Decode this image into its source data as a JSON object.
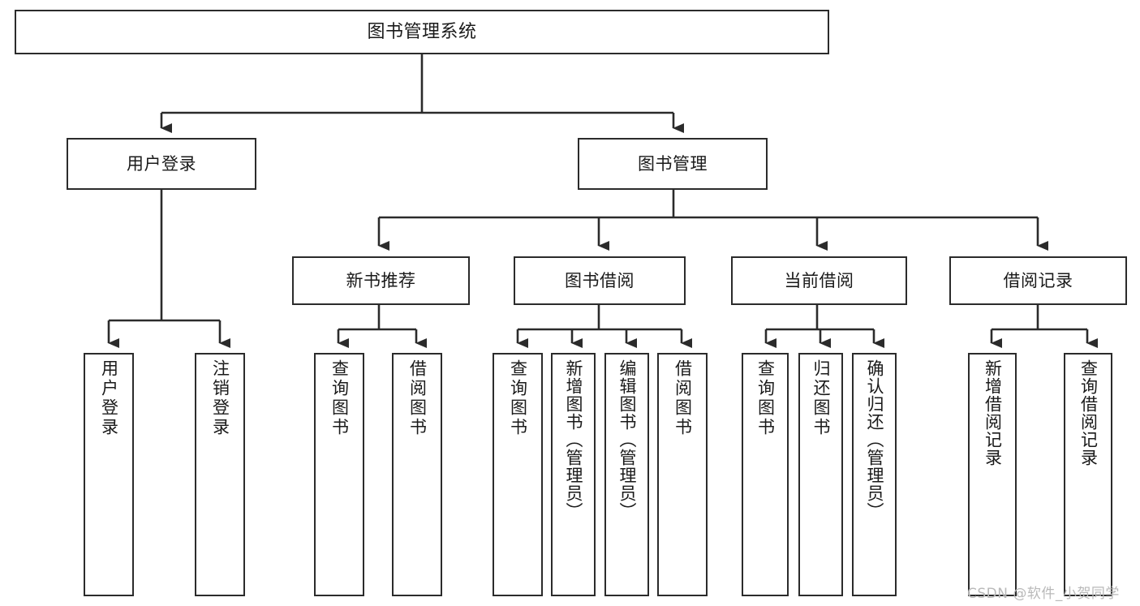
{
  "diagram": {
    "title": "图书管理系统",
    "type": "tree",
    "watermark": "CSDN @软件_小贺同学",
    "colors": {
      "stroke": "#2b2b2b",
      "fill": "#ffffff",
      "text": "#1a1a1a",
      "watermark": "#b9b9b9"
    },
    "levels": {
      "root": {
        "label": "图书管理系统"
      },
      "level2": [
        {
          "label": "用户登录"
        },
        {
          "label": "图书管理"
        }
      ],
      "level3": [
        {
          "label": "新书推荐"
        },
        {
          "label": "图书借阅"
        },
        {
          "label": "当前借阅"
        },
        {
          "label": "借阅记录"
        }
      ],
      "leaves": [
        {
          "label": "用户登录",
          "parent": "用户登录"
        },
        {
          "label": "注销登录",
          "parent": "用户登录"
        },
        {
          "label": "查询图书",
          "parent": "新书推荐"
        },
        {
          "label": "借阅图书",
          "parent": "新书推荐"
        },
        {
          "label": "查询图书",
          "parent": "图书借阅"
        },
        {
          "label": "新增图书（管理员）",
          "parent": "图书借阅"
        },
        {
          "label": "编辑图书（管理员）",
          "parent": "图书借阅"
        },
        {
          "label": "借阅图书",
          "parent": "图书借阅"
        },
        {
          "label": "查询图书",
          "parent": "当前借阅"
        },
        {
          "label": "归还图书",
          "parent": "当前借阅"
        },
        {
          "label": "确认归还（管理员）",
          "parent": "当前借阅"
        },
        {
          "label": "新增借阅记录",
          "parent": "借阅记录"
        },
        {
          "label": "查询借阅记录",
          "parent": "借阅记录"
        }
      ]
    }
  }
}
